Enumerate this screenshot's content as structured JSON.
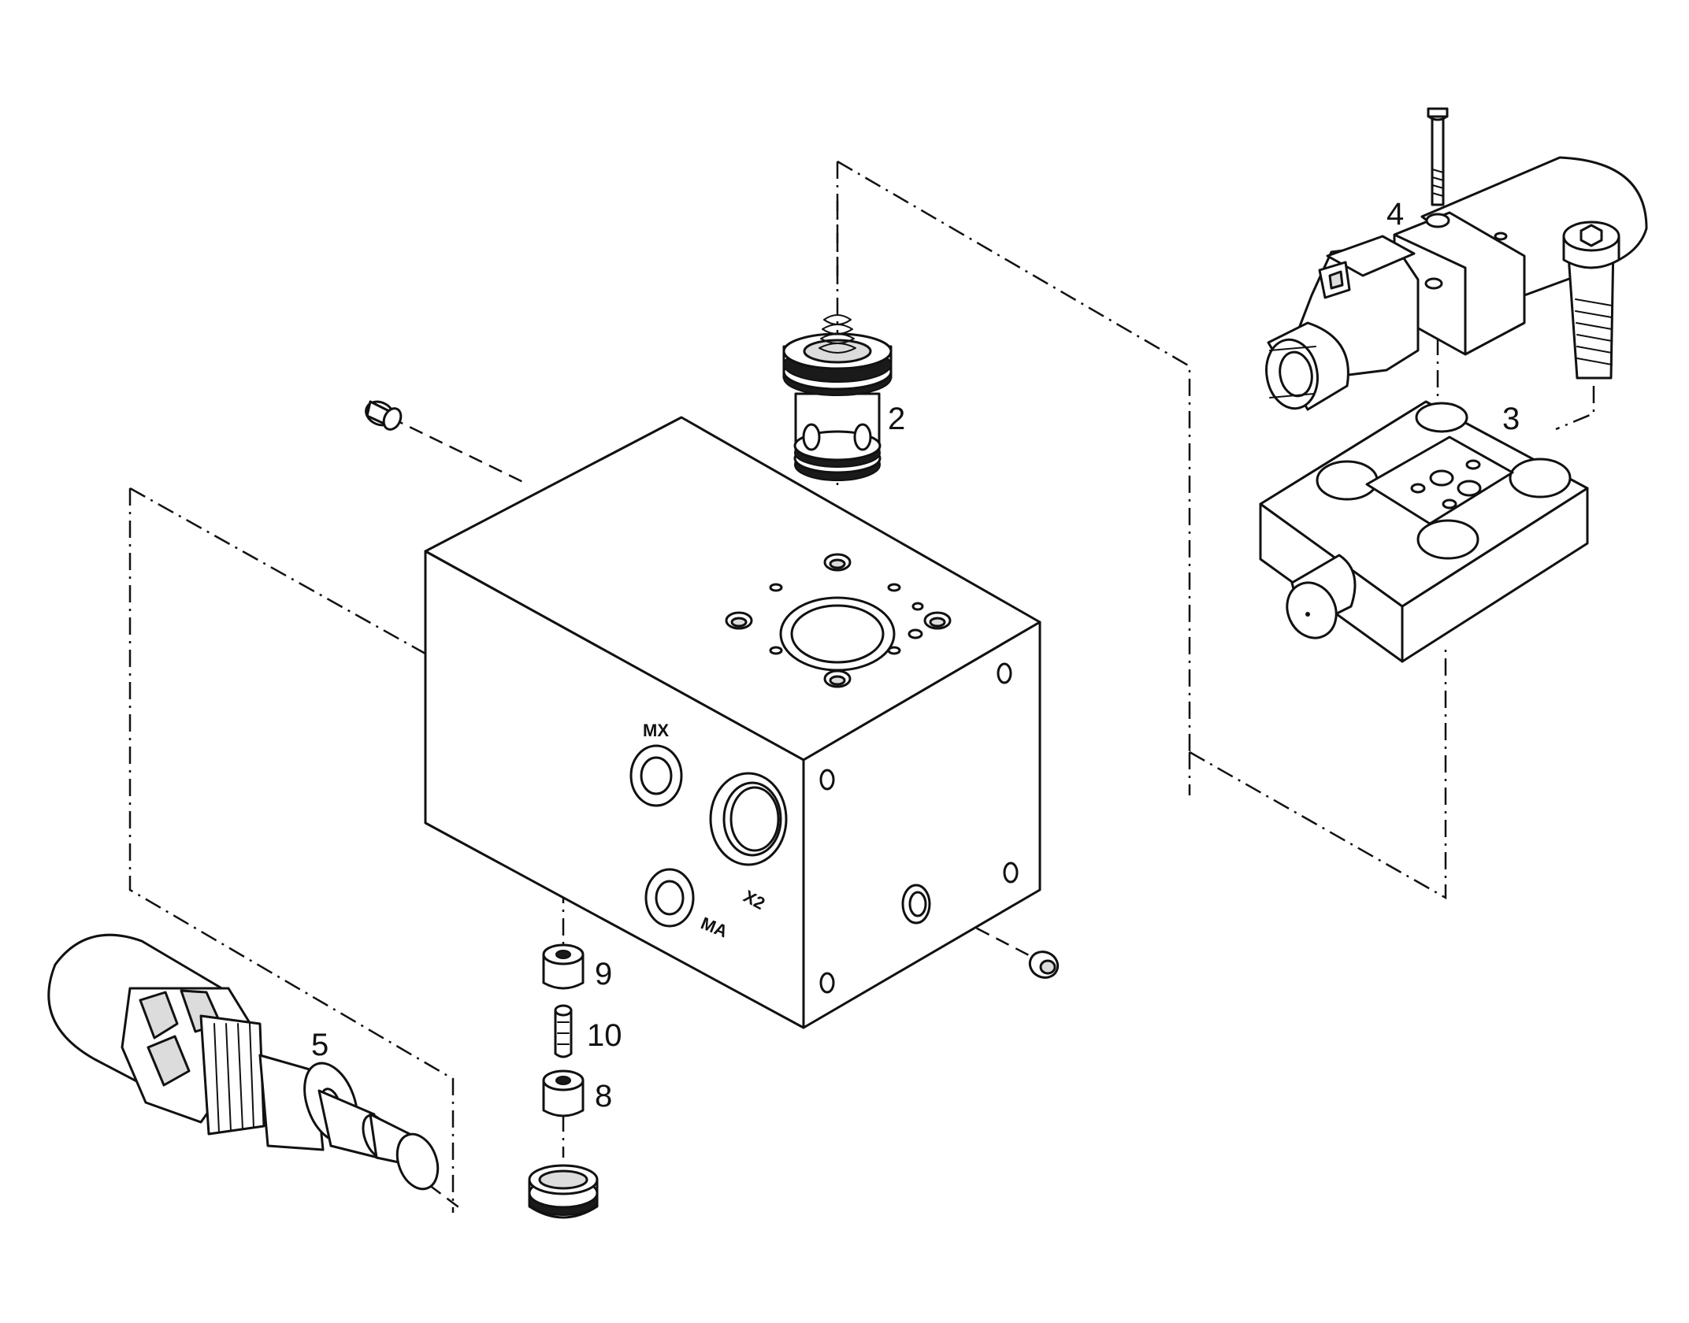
{
  "callouts": {
    "item_2": "2",
    "item_3": "3",
    "item_4": "4",
    "item_5": "5",
    "item_8": "8",
    "item_9": "9",
    "item_10": "10"
  },
  "ports": {
    "mx": "MX",
    "ma": "MA",
    "x2": "X2"
  },
  "colors": {
    "line": "#111111",
    "background": "#ffffff"
  }
}
